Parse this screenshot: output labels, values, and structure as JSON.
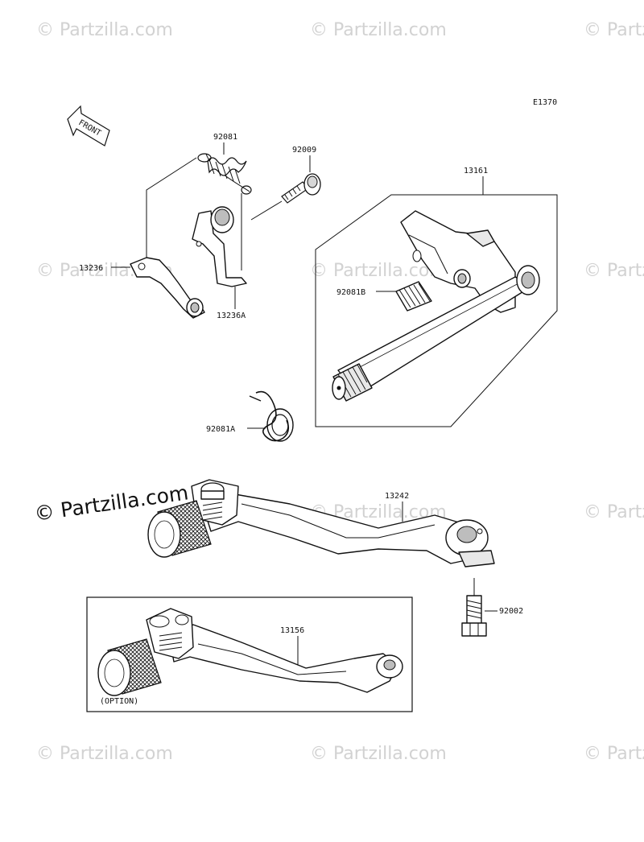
{
  "diagram_code": "E1370",
  "front_label": "FRONT",
  "watermark": "© Partzilla.com",
  "watermark_main": "© Partzilla.com",
  "parts": {
    "spring_92081": "92081",
    "bolt_92009": "92009",
    "shaft_13161": "13161",
    "arm_13236": "13236",
    "arm_13236A": "13236A",
    "spring_92081B": "92081B",
    "spring_92081A": "92081A",
    "pedal_13242": "13242",
    "bolt_92002": "92002",
    "pedal_13156": "13156"
  },
  "option_label": "(OPTION)"
}
